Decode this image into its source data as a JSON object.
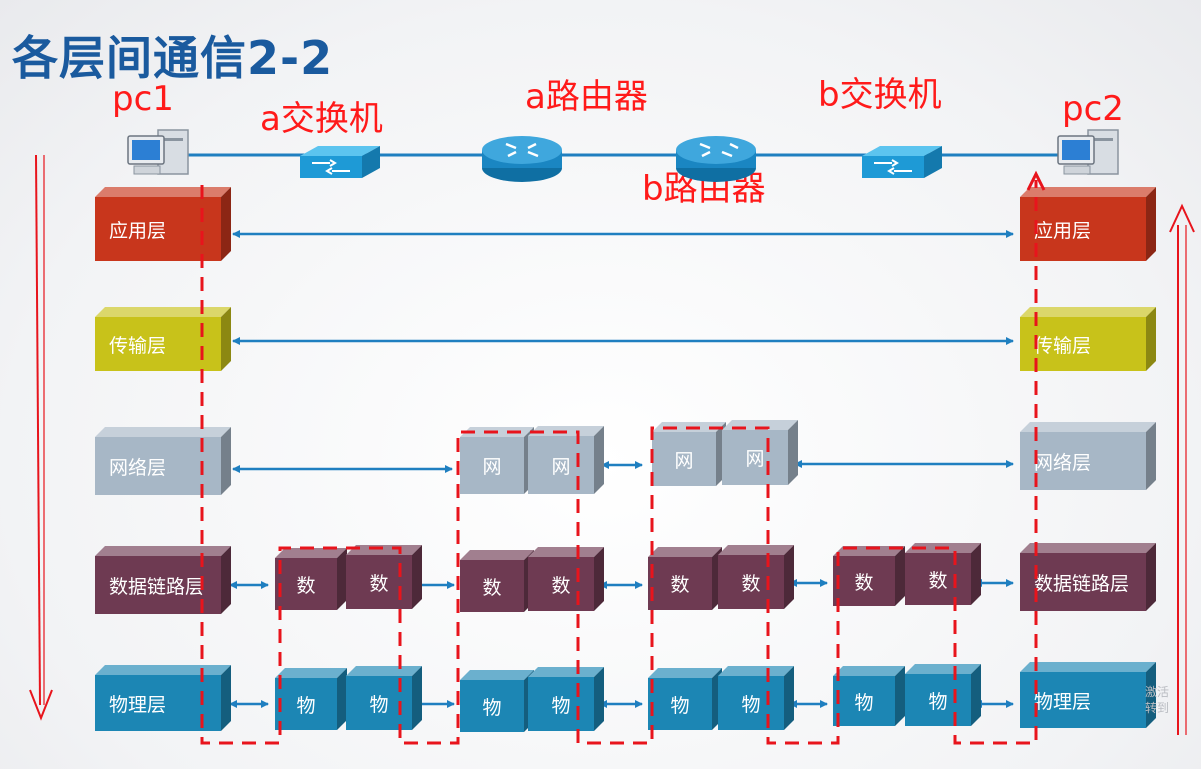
{
  "title": "各层间通信2-2",
  "devices": {
    "pc1": "pc1",
    "switch_a": "a交换机",
    "router_a": "a路由器",
    "router_b": "b路由器",
    "switch_b": "b交换机",
    "pc2": "pc2"
  },
  "layers": {
    "application": "应用层",
    "transport": "传输层",
    "network": "网络层",
    "datalink": "数据链路层",
    "physical": "物理层"
  },
  "abbrev": {
    "network": "网",
    "datalink": "数",
    "physical": "物"
  },
  "watermark": [
    "激活",
    "转到"
  ],
  "colors": {
    "application": "#c8361c",
    "transport": "#c8c21a",
    "network": "#a7b7c6",
    "datalink": "#6e3a52",
    "physical": "#1c86b4",
    "link": "#1f7fc0",
    "highlight": "#e8141c",
    "title": "#1a5a9e"
  }
}
